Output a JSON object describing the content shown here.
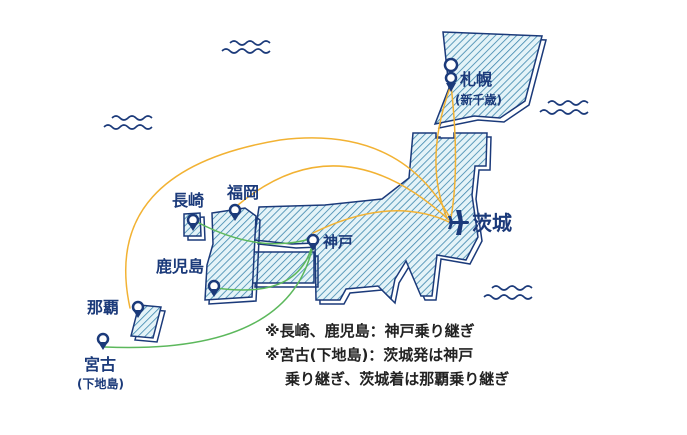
{
  "colors": {
    "ink": "#1b3a7a",
    "land_fill": "#dff1f7",
    "hatch": "#3d86ad",
    "route_ibaraki": "#f2b233",
    "route_kobe": "#5cb85c",
    "wave": "#1b3a7a"
  },
  "destination": {
    "label": "茨城",
    "icon": "airplane-icon"
  },
  "airports": [
    {
      "id": "sapporo",
      "label": "札幌",
      "sub": "(新千歳)"
    },
    {
      "id": "fukuoka",
      "label": "福岡",
      "sub": ""
    },
    {
      "id": "nagasaki",
      "label": "長崎",
      "sub": ""
    },
    {
      "id": "kobe",
      "label": "神戸",
      "sub": ""
    },
    {
      "id": "kagoshima",
      "label": "鹿児島",
      "sub": ""
    },
    {
      "id": "naha",
      "label": "那覇",
      "sub": ""
    },
    {
      "id": "miyako",
      "label": "宮古",
      "sub": "(下地島)"
    }
  ],
  "notes": {
    "line1": "※長崎、鹿児島：神戸乗り継ぎ",
    "line2": "※宮古(下地島)：茨城発は神戸",
    "line3": "乗り継ぎ、茨城着は那覇乗り継ぎ"
  }
}
